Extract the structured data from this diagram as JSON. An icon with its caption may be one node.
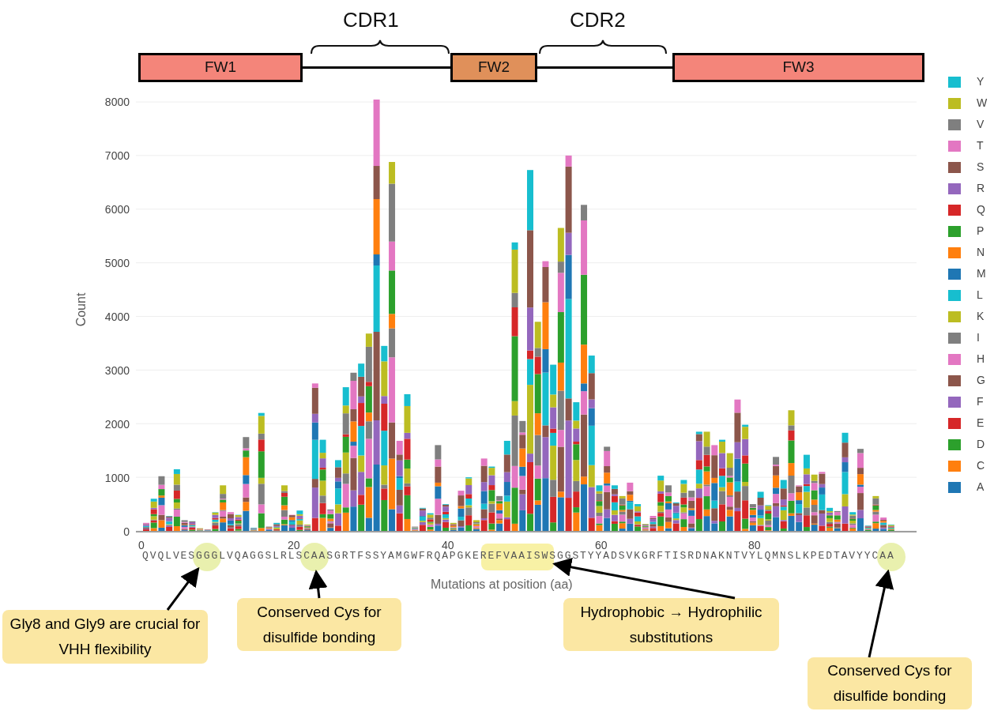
{
  "diagram": {
    "nodes": [
      {
        "text": [
          "FW1"
        ]
      },
      {
        "text": [
          "FW2"
        ]
      },
      {
        "text": [
          "FW3"
        ]
      },
      {
        "text": [],
        "shape": "circle"
      },
      {
        "text": [],
        "shape": "circle"
      },
      {
        "text": [],
        "shape": "box"
      },
      {
        "text": [],
        "shape": "circle"
      },
      {
        "text": [
          "Gly8 and Gly9 are crucial for VHH flexibility"
        ]
      },
      {
        "text": [
          "Conserved Cys for disulfide bonding"
        ]
      },
      {
        "text": [
          "Hydrophobic → Hydrophilic substitutions"
        ]
      },
      {
        "text": [
          "Conserved Cys for disulfide bonding"
        ]
      }
    ],
    "edges": [
      {
        "from": 0,
        "to": 1,
        "arrow": "none"
      },
      {
        "from": 1,
        "to": 2,
        "arrow": "none"
      },
      {
        "from": 7,
        "to": 3,
        "arrow": "to"
      },
      {
        "from": 8,
        "to": 4,
        "arrow": "to"
      },
      {
        "from": 9,
        "to": 5,
        "arrow": "to"
      },
      {
        "from": 10,
        "to": 6,
        "arrow": "to"
      }
    ],
    "labels": [
      "CDR1",
      "CDR2",
      "8000",
      "7000",
      "6000",
      "5000",
      "4000",
      "3000",
      "2000",
      "1000",
      "0",
      "Count",
      "0",
      "20",
      "40",
      "60",
      "80",
      "QVQLVESGGGLVQAGGSLRLSCAASGRTFSSYAMGWFRQAPGKEREFVAAISWSGGSTYYADSVKGRFTISRDNAKNTVYLQMNSLKPEDTAVYYCAA",
      "Mutations at position (aa)"
    ],
    "legend": [
      {
        "text": "Y",
        "color": "#17becf"
      },
      {
        "text": "W",
        "color": "#bcbd22"
      },
      {
        "text": "V",
        "color": "#7f7f7f"
      },
      {
        "text": "T",
        "color": "#e377c2"
      },
      {
        "text": "S",
        "color": "#8c564b"
      },
      {
        "text": "R",
        "color": "#9467bd"
      },
      {
        "text": "Q",
        "color": "#d62728"
      },
      {
        "text": "P",
        "color": "#2ca02c"
      },
      {
        "text": "N",
        "color": "#ff7f0e"
      },
      {
        "text": "M",
        "color": "#1f77b4"
      },
      {
        "text": "L",
        "color": "#17becf"
      },
      {
        "text": "K",
        "color": "#bcbd22"
      },
      {
        "text": "I",
        "color": "#7f7f7f"
      },
      {
        "text": "H",
        "color": "#e377c2"
      },
      {
        "text": "G",
        "color": "#8c564b"
      },
      {
        "text": "F",
        "color": "#9467bd"
      },
      {
        "text": "E",
        "color": "#d62728"
      },
      {
        "text": "D",
        "color": "#2ca02c"
      },
      {
        "text": "C",
        "color": "#ff7f0e"
      },
      {
        "text": "A",
        "color": "#1f77b4"
      }
    ]
  }
}
